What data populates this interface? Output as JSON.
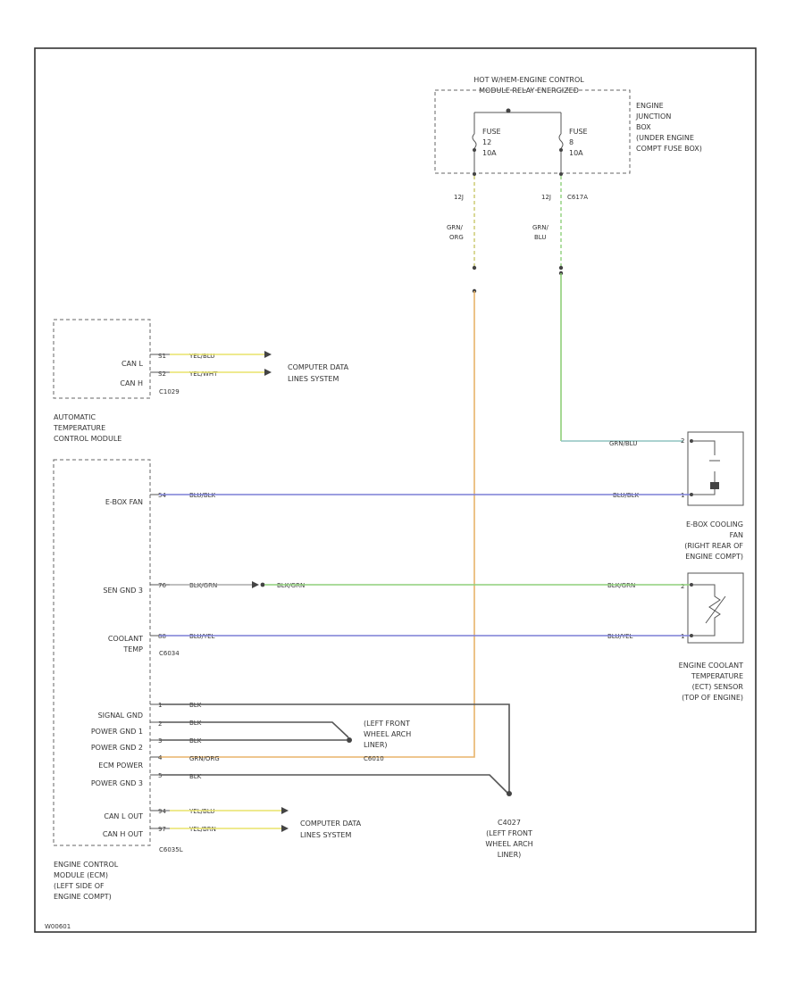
{
  "diagram": {
    "fig_id": "W00601",
    "colors": {
      "orange": "#e8b46a",
      "green": "#8fcf7a",
      "blue": "#7b7fd6",
      "yellow": "#e8e46a",
      "black": "#555555",
      "teal": "#8fc4c0"
    },
    "junction_box": {
      "header_line1": "HOT W/HEM-ENGINE CONTROL",
      "header_line2": "MODULE RELAY ENERGIZED",
      "fuse1": [
        "FUSE",
        "12",
        "10A"
      ],
      "fuse2": [
        "FUSE",
        "8",
        "10A"
      ],
      "label": [
        "ENGINE",
        "JUNCTION",
        "BOX",
        "(UNDER ENGINE",
        "COMPT FUSE BOX)"
      ],
      "pin1": "12J",
      "pin2": "12J",
      "connector2": "C617A",
      "wire1_color": [
        "GRN/",
        "ORG"
      ],
      "wire2_color": [
        "GRN/",
        "BLU"
      ]
    },
    "atc_module": {
      "pins": [
        {
          "num": "S1",
          "label": "CAN L",
          "color": "YEL/BLU"
        },
        {
          "num": "S2",
          "label": "CAN H",
          "color": "YEL/WHT"
        }
      ],
      "connector": "C1029",
      "label": [
        "AUTOMATIC",
        "TEMPERATURE",
        "CONTROL MODULE"
      ],
      "dest": [
        "COMPUTER DATA",
        "LINES SYSTEM"
      ]
    },
    "ebox_fan": {
      "label": [
        "E-BOX COOLING",
        "FAN",
        "(RIGHT REAR OF",
        "ENGINE COMPT)"
      ],
      "pin1": "2",
      "pin2": "1",
      "wire_top": "GRN/BLU",
      "wire_bottom": "BLU/BLK"
    },
    "ect_sensor": {
      "label": [
        "ENGINE COOLANT",
        "TEMPERATURE",
        "(ECT) SENSOR",
        "(TOP OF ENGINE)"
      ],
      "pin1": "2",
      "pin2": "1",
      "wire_top": "BLK/GRN",
      "wire_bottom": "BLU/YEL"
    },
    "ecm": {
      "pins": [
        {
          "num": "54",
          "label": "E-BOX FAN",
          "color": "BLU/BLK"
        },
        {
          "num": "76",
          "label": "SEN GND 3",
          "color": "BLK/GRN"
        },
        {
          "num": "88",
          "label": "COOLANT",
          "label2": "TEMP",
          "color": "BLU/YEL"
        },
        {
          "num": "1",
          "label": "SIGNAL GND",
          "color": "BLK"
        },
        {
          "num": "2",
          "label": "POWER GND 1",
          "color": "BLK"
        },
        {
          "num": "3",
          "label": "POWER GND 2",
          "color": "BLK"
        },
        {
          "num": "4",
          "label": "ECM POWER",
          "color": "GRN/ORG"
        },
        {
          "num": "5",
          "label": "POWER GND 3",
          "color": "BLK"
        },
        {
          "num": "94",
          "label": "CAN L OUT",
          "color": "YEL/BLU"
        },
        {
          "num": "97",
          "label": "CAN H OUT",
          "color": "YEL/BRN"
        }
      ],
      "connector_a": "C6034",
      "connector_b": "C6035L",
      "label": [
        "ENGINE CONTROL",
        "MODULE (ECM)",
        "(LEFT SIDE OF",
        "ENGINE COMPT)"
      ],
      "splice_color": "BLK/GRN",
      "dest": [
        "COMPUTER DATA",
        "LINES SYSTEM"
      ]
    },
    "ground_g1": {
      "label": [
        "(LEFT FRONT",
        "WHEEL ARCH",
        "LINER)"
      ],
      "connector": "C6010"
    },
    "ground_g2": {
      "label": [
        "C4027",
        "(LEFT FRONT",
        "WHEEL ARCH",
        "LINER)"
      ]
    }
  }
}
